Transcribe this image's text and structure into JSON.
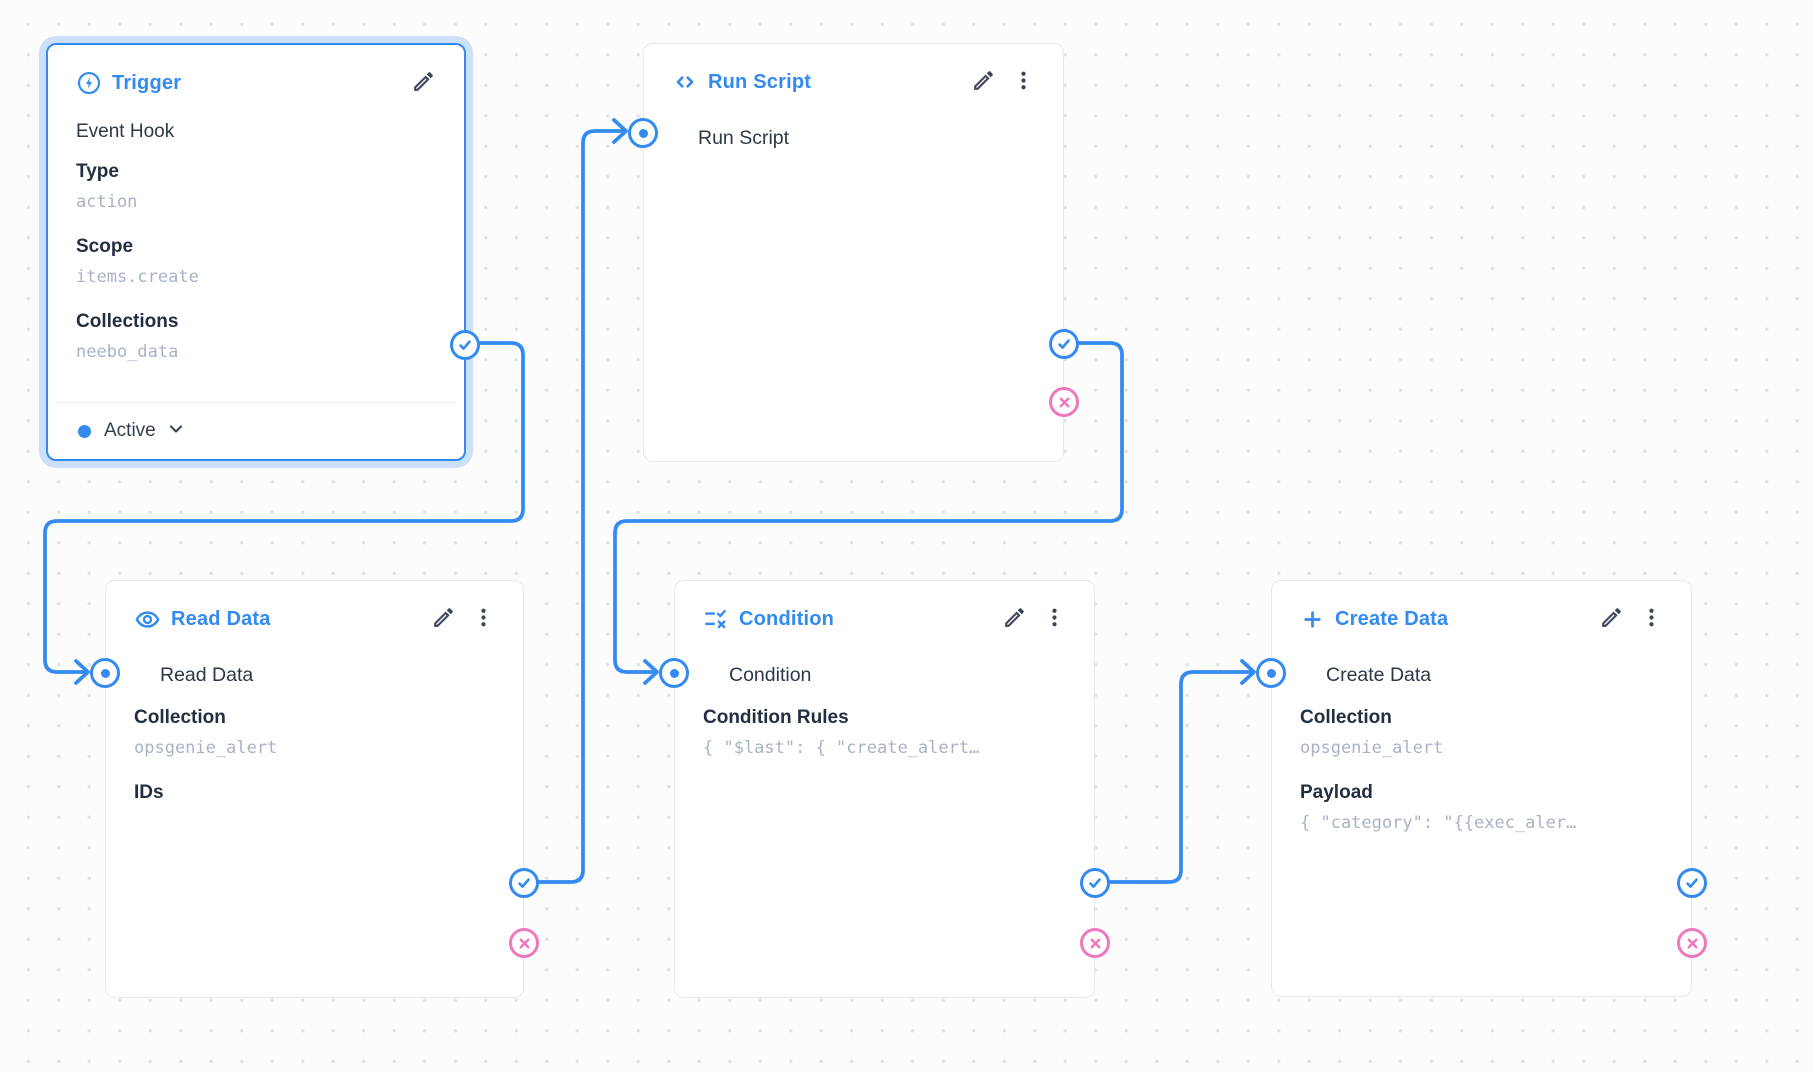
{
  "colors": {
    "primary": "#338af0",
    "reject_pink": "#ef78bc",
    "selected_halo": "#cce0fb",
    "text_dark": "#2c3849",
    "text_muted_mono": "#a8b2c7",
    "canvas_dot": "#e1e2e7"
  },
  "nodes": [
    {
      "id": "trigger",
      "title": "Trigger",
      "icon": "bolt-icon",
      "subtitle": "Event Hook",
      "fields": [
        {
          "label": "Type",
          "value": "action"
        },
        {
          "label": "Scope",
          "value": "items.create"
        },
        {
          "label": "Collections",
          "value": "neebo_data"
        }
      ],
      "status": "Active",
      "selected": true
    },
    {
      "id": "run-script",
      "title": "Run Script",
      "icon": "code-icon",
      "input_label": "Run Script",
      "fields": []
    },
    {
      "id": "read-data",
      "title": "Read Data",
      "icon": "eye-icon",
      "input_label": "Read Data",
      "fields": [
        {
          "label": "Collection",
          "value": "opsgenie_alert"
        },
        {
          "label": "IDs",
          "value": ""
        }
      ]
    },
    {
      "id": "condition",
      "title": "Condition",
      "icon": "rule-icon",
      "input_label": "Condition",
      "fields": [
        {
          "label": "Condition Rules",
          "value": "{ \"$last\": { \"create_alert…"
        }
      ]
    },
    {
      "id": "create-data",
      "title": "Create Data",
      "icon": "plus-icon",
      "input_label": "Create Data",
      "fields": [
        {
          "label": "Collection",
          "value": "opsgenie_alert"
        },
        {
          "label": "Payload",
          "value": "{ \"category\": \"{{exec_aler…"
        }
      ]
    }
  ],
  "edges": [
    {
      "from": "trigger",
      "port": "resolve",
      "to": "read-data"
    },
    {
      "from": "read-data",
      "port": "resolve",
      "to": "run-script"
    },
    {
      "from": "run-script",
      "port": "resolve",
      "to": "condition"
    },
    {
      "from": "condition",
      "port": "resolve",
      "to": "create-data"
    }
  ]
}
